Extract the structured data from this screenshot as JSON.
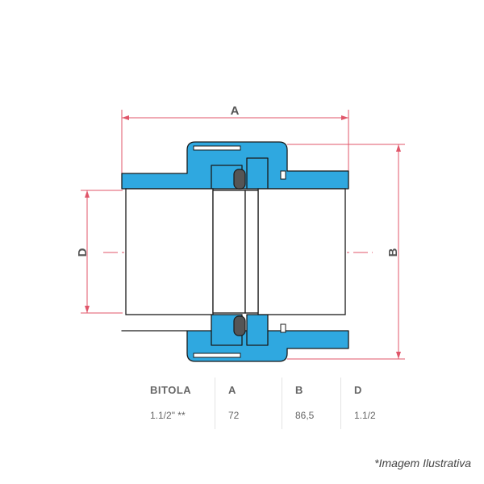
{
  "drawing": {
    "dimension_labels": {
      "a": "A",
      "b": "B",
      "d": "D"
    },
    "colors": {
      "dimension_line": "#e0566a",
      "pipe_body": "#2fa8e0",
      "outline": "#1a1a1a",
      "inner_fill": "#ffffff",
      "seal": "#555555"
    }
  },
  "table": {
    "headers": [
      "BITOLA",
      "A",
      "B",
      "D"
    ],
    "rows": [
      [
        "1.1/2\" **",
        "72",
        "86,5",
        "1.1/2"
      ]
    ]
  },
  "footnote": "*Imagem Ilustrativa"
}
